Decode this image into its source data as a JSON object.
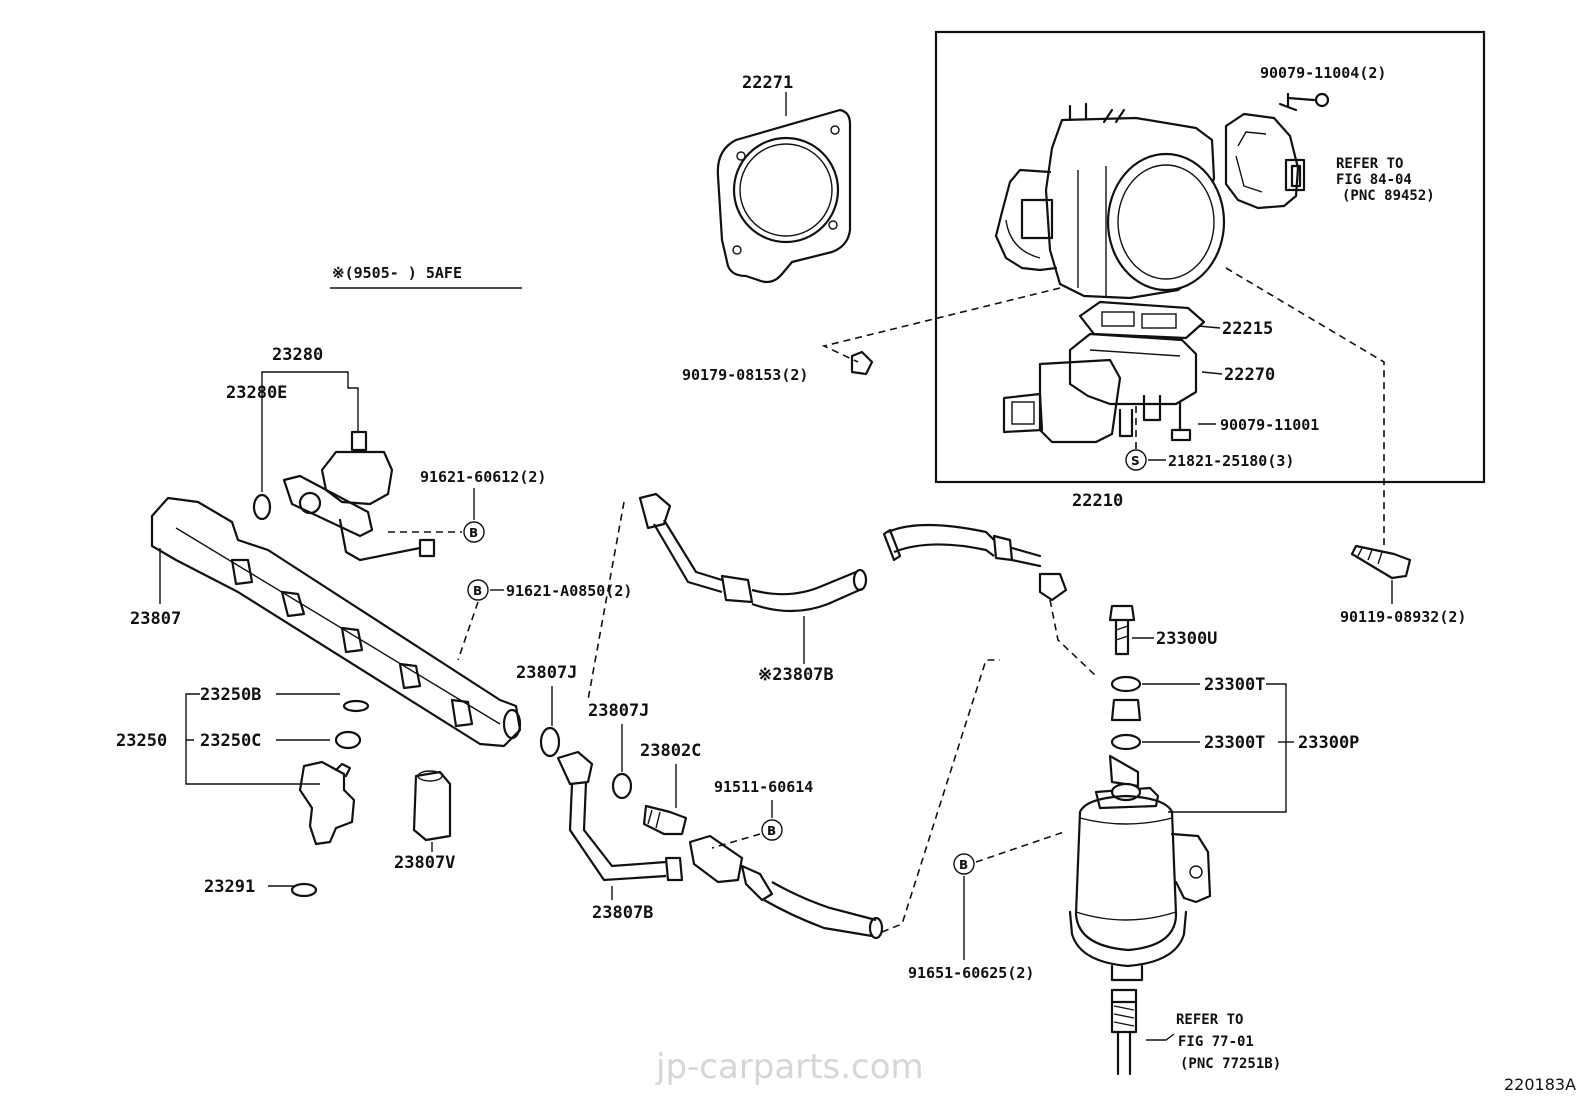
{
  "note": "※(9505-        ) 5AFE",
  "watermark": "jp-carparts.com",
  "figure_code": "220183A",
  "symbols": {
    "b": "B",
    "s": "S"
  },
  "labels": {
    "p22271": "22271",
    "p90079_11004": "90079-11004(2)",
    "ref_84_1": "REFER TO",
    "ref_84_2": "FIG 84-04",
    "ref_84_3": "(PNC 89452)",
    "p22215": "22215",
    "p22270": "22270",
    "p90179_08153": "90179-08153(2)",
    "p90079_11001": "90079-11001",
    "p21821_25180": "21821-25180(3)",
    "p22210": "22210",
    "p90119_08932": "90119-08932(2)",
    "p23280": "23280",
    "p23280e": "23280E",
    "p91621_60612": "91621-60612(2)",
    "p23807": "23807",
    "p91621_a0850": "91621-A0850(2)",
    "p23807b_top": "※23807B",
    "p23807j_1": "23807J",
    "p23807j_2": "23807J",
    "p23802c": "23802C",
    "p91511_60614": "91511-60614",
    "p23300u": "23300U",
    "p23300t_1": "23300T",
    "p23300t_2": "23300T",
    "p23300p": "23300P",
    "p23250b": "23250B",
    "p23250": "23250",
    "p23250c": "23250C",
    "p23807v": "23807V",
    "p23291": "23291",
    "p23807b_bottom": "23807B",
    "p91651_60625": "91651-60625(2)",
    "ref_77_1": "REFER TO",
    "ref_77_2": "FIG 77-01",
    "ref_77_3": "(PNC 77251B)"
  }
}
